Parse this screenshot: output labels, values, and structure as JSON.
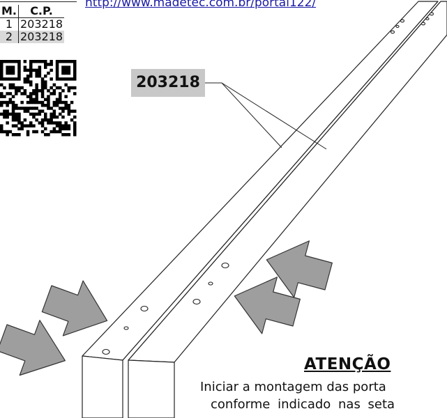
{
  "header": {
    "url": "http://www.madetec.com.br/portal122/"
  },
  "parts_table": {
    "headers": [
      "M.",
      "C.P."
    ],
    "rows": [
      {
        "m": "1",
        "cp": "203218"
      },
      {
        "m": "2",
        "cp": "203218"
      }
    ]
  },
  "callout": {
    "code": "203218"
  },
  "notice": {
    "title": "ATENÇÃO",
    "line1": "Iniciar a montagem das porta",
    "line2": "conforme indicado nas seta"
  },
  "icons": {
    "qr": "qr-code-icon",
    "arrow": "arrow-indicator-icon"
  },
  "colors": {
    "label_bg": "#c8c8c8",
    "arrow_fill": "#9e9e9e",
    "link": "#1a1aa6"
  }
}
